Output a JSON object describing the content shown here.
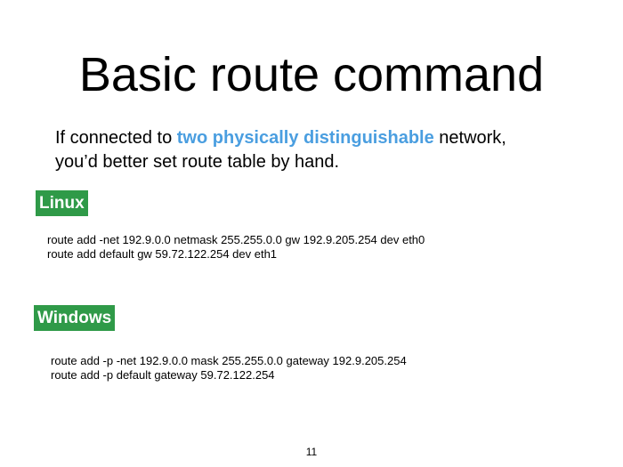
{
  "title": "Basic route command",
  "intro": {
    "line1_prefix": "If connected to ",
    "line1_highlight": "two physically distinguishable",
    "line1_suffix": " network,",
    "line2": "you’d better set route table by hand.",
    "highlight_color": "#4a9ee0"
  },
  "sections": [
    {
      "label": "Linux",
      "commands": [
        "route add -net 192.9.0.0 netmask 255.255.0.0 gw 192.9.205.254 dev eth0",
        "route add default gw 59.72.122.254 dev eth1"
      ]
    },
    {
      "label": "Windows",
      "commands": [
        "route add -p -net 192.9.0.0 mask 255.255.0.0 gateway 192.9.205.254",
        "route add -p default gateway 59.72.122.254"
      ]
    }
  ],
  "badge_color": "#2f9a48",
  "page_number": "11"
}
